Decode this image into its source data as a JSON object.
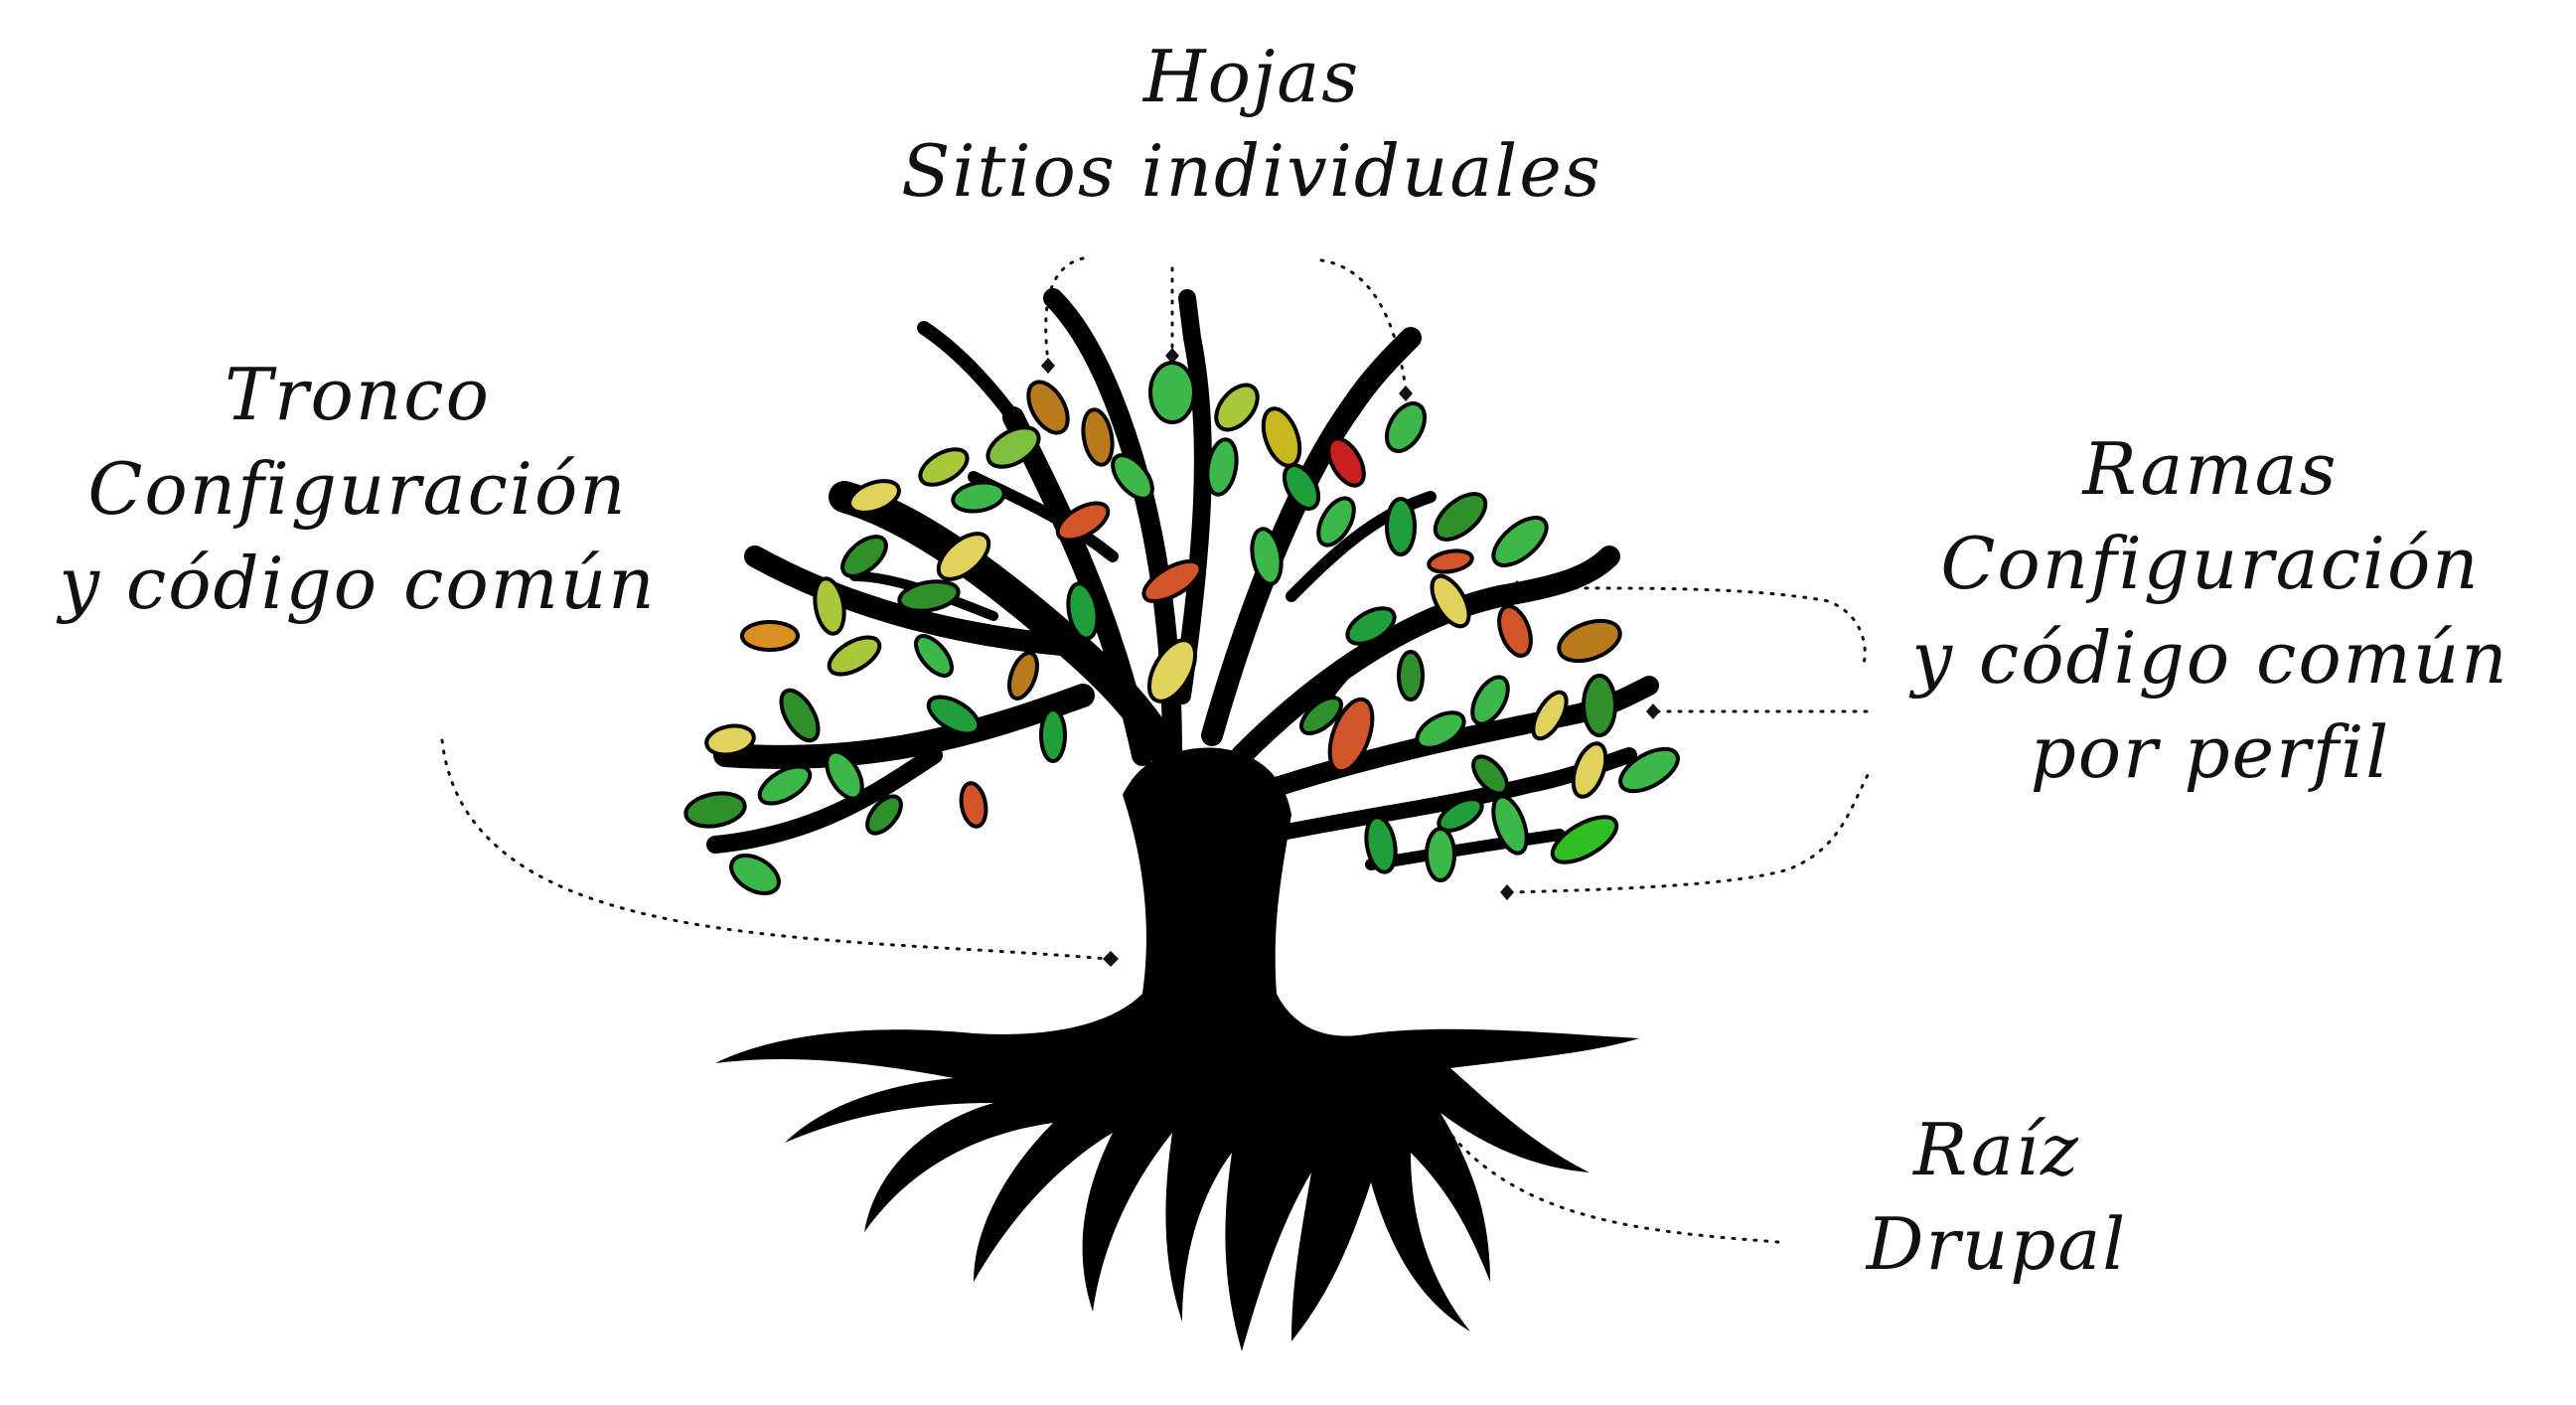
{
  "labels": {
    "hojas": {
      "title": "Hojas",
      "lines": [
        "Sitios individuales"
      ]
    },
    "tronco": {
      "title": "Tronco",
      "lines": [
        "Configuración",
        "y código común"
      ]
    },
    "ramas": {
      "title": "Ramas",
      "lines": [
        "Configuración",
        "y código común",
        "por perfil"
      ]
    },
    "raiz": {
      "title": "Raíz",
      "lines": [
        "Drupal"
      ]
    }
  },
  "colors": {
    "tree": "#000000",
    "text": "#111111",
    "leaf_palette": [
      "#1f9e3a",
      "#3cb84a",
      "#2f8f2a",
      "#7fbf3f",
      "#a8c83a",
      "#c8b820",
      "#d99020",
      "#b87a1a",
      "#d2552a",
      "#c8201e",
      "#e0d25a"
    ]
  },
  "icons": {
    "tree": "tree-illustration"
  }
}
